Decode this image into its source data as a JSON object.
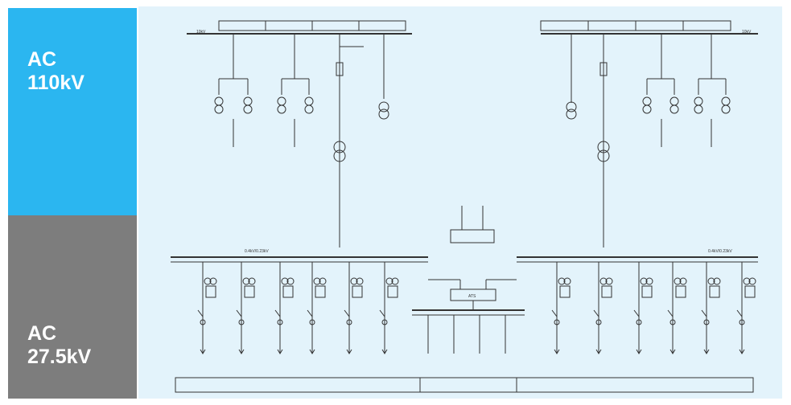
{
  "sidebar": {
    "top": {
      "line1": "AC",
      "line2": "110kV",
      "color": "#2bb6f0"
    },
    "bottom": {
      "line1": "AC",
      "line2": "27.5kV",
      "color": "#7d7d7d"
    }
  },
  "diagram": {
    "panel_color": "#e3f3fb",
    "line_color": "#333333",
    "top_left_bus_label": "10kV",
    "top_right_bus_label": "10kV",
    "top_left_headers": [
      "",
      "",
      "",
      ""
    ],
    "top_right_headers": [
      "",
      "",
      "",
      ""
    ],
    "left_mid_bus_label": "0.4kV/0.23kV",
    "right_mid_bus_label": "0.4kV/0.23kV",
    "center_sources": [
      "",
      ""
    ],
    "center_box_label": "",
    "ats_inputs": [
      "",
      ""
    ],
    "ats_label": "ATS",
    "bottom_labels": [
      "",
      "",
      ""
    ]
  }
}
